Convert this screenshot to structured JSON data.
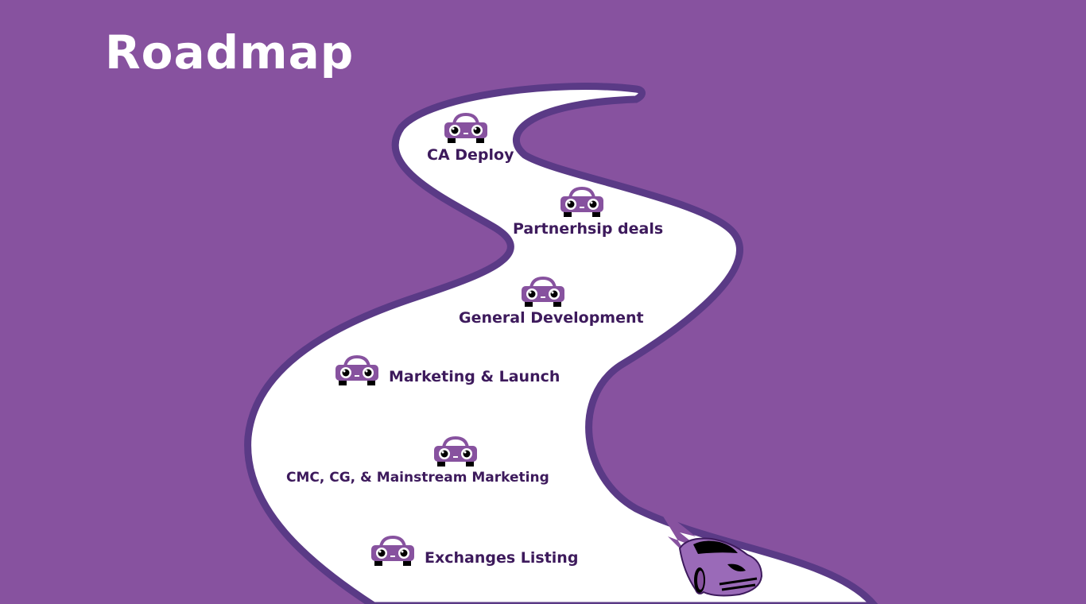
{
  "title": "Roadmap",
  "milestones": [
    {
      "label": "CA Deploy"
    },
    {
      "label": "Partnerhsip deals"
    },
    {
      "label": "General Development"
    },
    {
      "label": "Marketing & Launch"
    },
    {
      "label": "CMC, CG, & Mainstream Marketing"
    },
    {
      "label": "Exchanges Listing"
    }
  ],
  "colors": {
    "background": "#87529f",
    "road_border": "#5a3a86",
    "text": "#3d1a5c"
  }
}
